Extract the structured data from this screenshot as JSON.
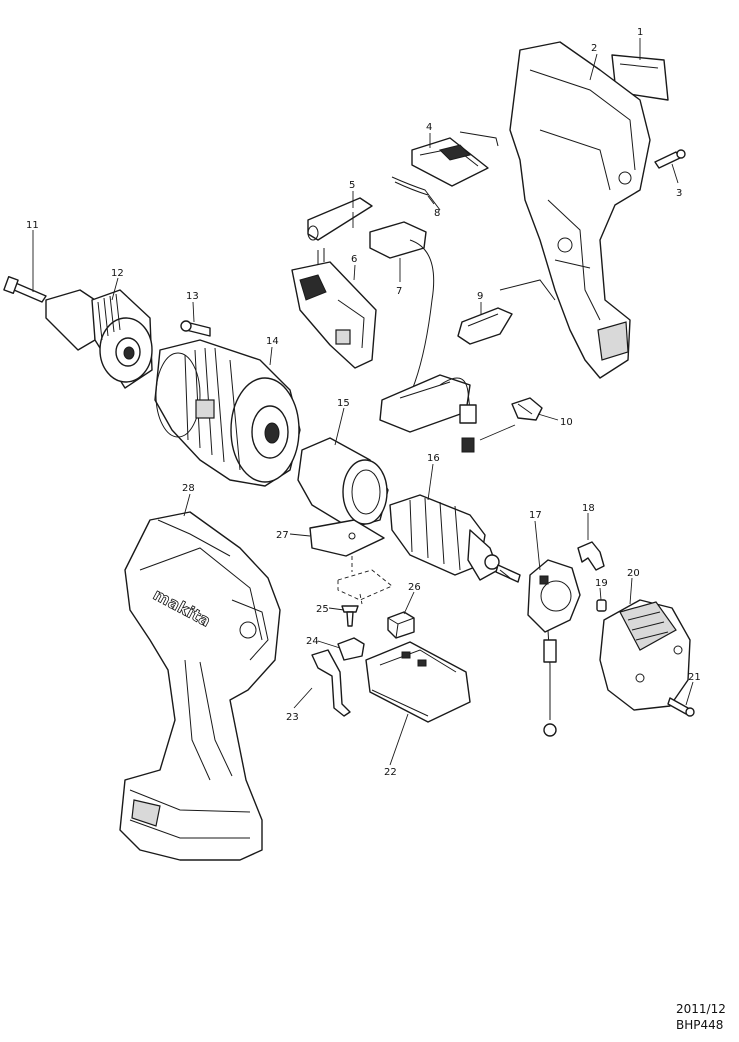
{
  "callouts": [
    {
      "label": "1"
    },
    {
      "label": "2"
    },
    {
      "label": "3"
    },
    {
      "label": "4"
    },
    {
      "label": "5"
    },
    {
      "label": "6"
    },
    {
      "label": "7"
    },
    {
      "label": "8"
    },
    {
      "label": "9"
    },
    {
      "label": "10"
    },
    {
      "label": "11"
    },
    {
      "label": "12"
    },
    {
      "label": "13"
    },
    {
      "label": "14"
    },
    {
      "label": "15"
    },
    {
      "label": "16"
    },
    {
      "label": "17"
    },
    {
      "label": "18"
    },
    {
      "label": "19"
    },
    {
      "label": "20"
    },
    {
      "label": "21"
    },
    {
      "label": "22"
    },
    {
      "label": "23"
    },
    {
      "label": "24"
    },
    {
      "label": "25"
    },
    {
      "label": "26"
    },
    {
      "label": "27"
    },
    {
      "label": "28"
    }
  ],
  "logo_text": "makita",
  "footer": {
    "date": "2011/12",
    "model": "BHP448"
  }
}
